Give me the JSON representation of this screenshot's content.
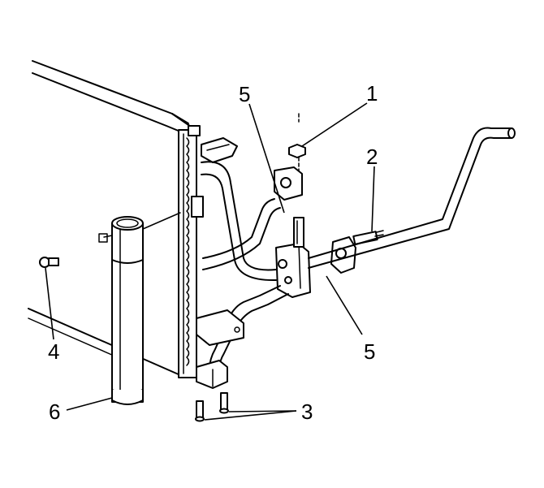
{
  "diagram": {
    "callouts": [
      {
        "id": "c1",
        "label": "1"
      },
      {
        "id": "c2",
        "label": "2"
      },
      {
        "id": "c3",
        "label": "3"
      },
      {
        "id": "c4",
        "label": "4"
      },
      {
        "id": "c5a",
        "label": "5"
      },
      {
        "id": "c5b",
        "label": "5"
      },
      {
        "id": "c6",
        "label": "6"
      }
    ]
  }
}
